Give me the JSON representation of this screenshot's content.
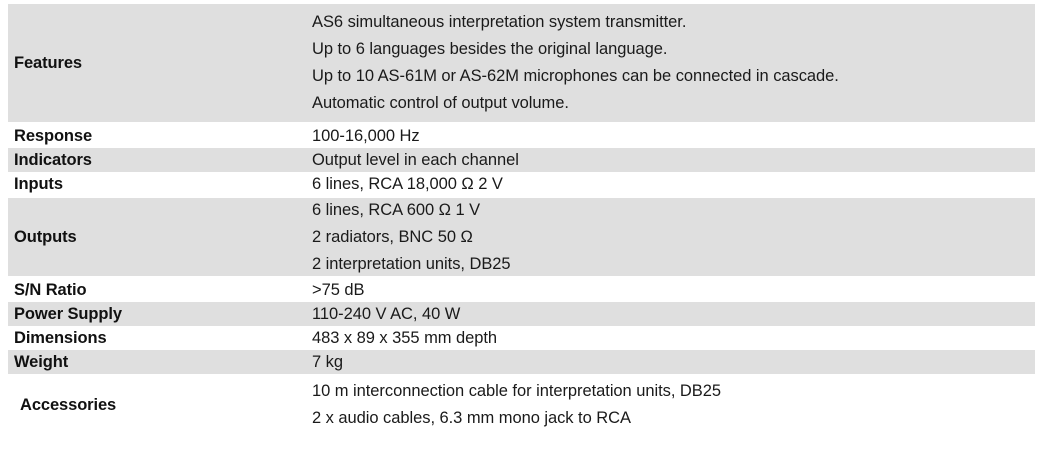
{
  "table": {
    "type": "specification-table",
    "colors": {
      "row_shaded_bg": "#dfdfdf",
      "row_plain_bg": "#ffffff",
      "text": "#1a1a1a"
    },
    "rows": [
      {
        "label": "Features",
        "shaded": true,
        "lines": [
          "AS6 simultaneous interpretation system transmitter.",
          "Up to 6 languages besides the original language.",
          "Up to 10 AS-61M or AS-62M microphones can be connected in cascade.",
          "Automatic control of output volume."
        ]
      },
      {
        "label": "Response",
        "shaded": false,
        "lines": [
          "100-16,000 Hz"
        ]
      },
      {
        "label": "Indicators",
        "shaded": true,
        "lines": [
          "Output level in each channel"
        ]
      },
      {
        "label": "Inputs",
        "shaded": false,
        "lines": [
          "6 lines, RCA 18,000 Ω 2 V"
        ]
      },
      {
        "label": "Outputs",
        "shaded": true,
        "lines": [
          "6 lines, RCA 600 Ω 1 V",
          "2 radiators, BNC 50 Ω",
          "2 interpretation units, DB25"
        ]
      },
      {
        "label": "S/N Ratio",
        "shaded": false,
        "lines": [
          ">75 dB"
        ]
      },
      {
        "label": "Power Supply",
        "shaded": true,
        "lines": [
          "110-240 V AC, 40 W"
        ]
      },
      {
        "label": "Dimensions",
        "shaded": false,
        "lines": [
          "483 x 89 x 355 mm depth"
        ]
      },
      {
        "label": "Weight",
        "shaded": true,
        "lines": [
          "7 kg"
        ]
      },
      {
        "label": "Accessories",
        "shaded": false,
        "lines": [
          "10 m interconnection cable for interpretation units, DB25",
          "2 x audio cables, 6.3 mm mono jack to RCA"
        ]
      }
    ]
  }
}
